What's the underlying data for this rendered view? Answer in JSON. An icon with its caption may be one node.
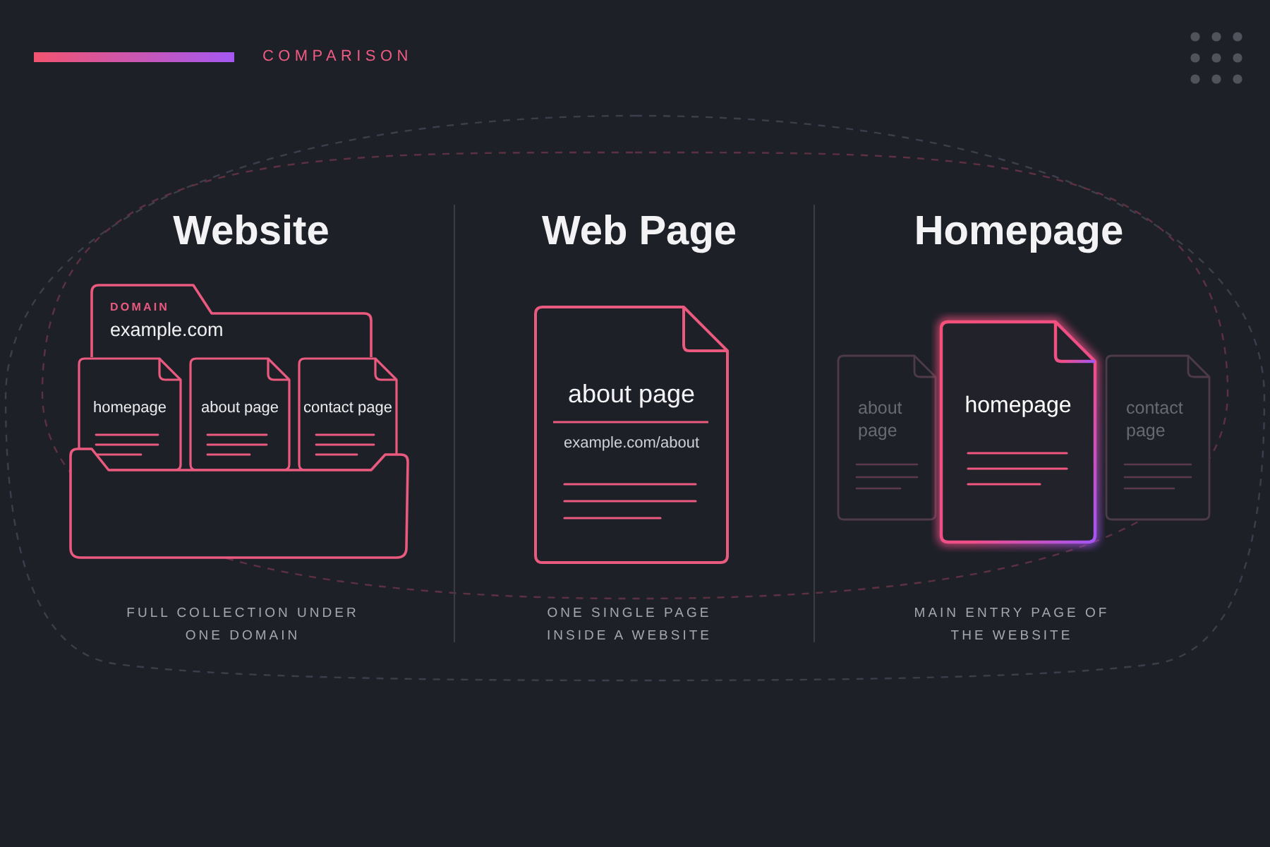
{
  "diagram": {
    "nodes": [
      {
        "text": [
          "DOMAIN",
          "example.com"
        ]
      },
      {
        "text": [
          "homepage"
        ],
        "in": 0
      },
      {
        "text": [
          "about page"
        ],
        "in": 0
      },
      {
        "text": [
          "contact page"
        ],
        "in": 0
      },
      {
        "text": [
          "about page",
          "example.com/about"
        ]
      },
      {
        "text": [
          "about page"
        ]
      },
      {
        "text": [
          "homepage"
        ]
      },
      {
        "text": [
          "contact page"
        ]
      }
    ],
    "labels": [
      "COMPARISON",
      "Website",
      "Web Page",
      "Homepage",
      "FULL COLLECTION UNDER ONE DOMAIN",
      "ONE SINGLE PAGE INSIDE A WEBSITE",
      "MAIN ENTRY PAGE OF THE WEBSITE"
    ]
  }
}
